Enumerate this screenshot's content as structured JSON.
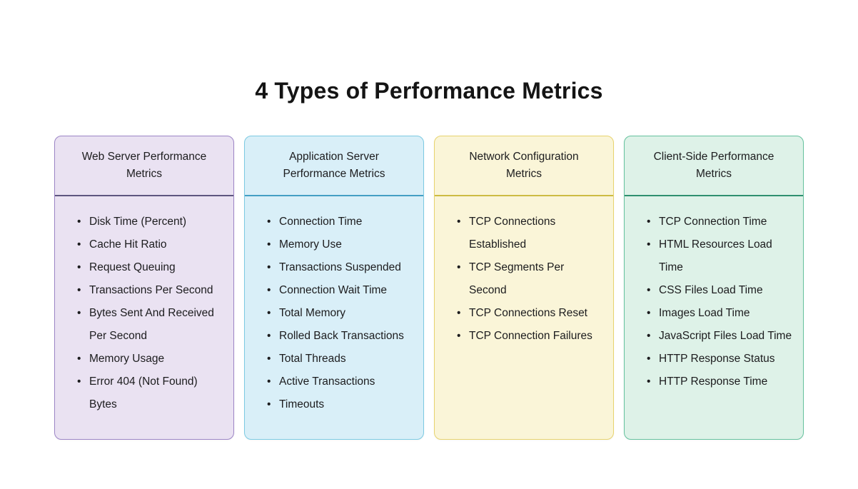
{
  "page": {
    "title": "4 Types of Performance Metrics",
    "background_color": "#ffffff",
    "text_color": "#1c1c1e"
  },
  "cards": [
    {
      "title": "Web Server Performance Metrics",
      "colors": {
        "background": "#eae2f2",
        "border": "#9c85c6",
        "divider": "#5e5680"
      },
      "items": [
        "Disk Time (Percent)",
        "Cache Hit Ratio",
        "Request Queuing",
        "Transactions Per Second",
        "Bytes Sent And Received Per Second",
        "Memory Usage",
        "Error 404 (Not Found) Bytes"
      ]
    },
    {
      "title": "Application Server Performance Metrics",
      "colors": {
        "background": "#d9eff8",
        "border": "#7ccae2",
        "divider": "#449fc4"
      },
      "items": [
        "Connection Time",
        "Memory Use",
        "Transactions Suspended",
        "Connection Wait Time",
        "Total Memory",
        "Rolled Back Transactions",
        "Total Threads",
        "Active Transactions",
        "Timeouts"
      ]
    },
    {
      "title": "Network Configuration Metrics",
      "colors": {
        "background": "#faf5d8",
        "border": "#e7d36e",
        "divider": "#cdbb43"
      },
      "items": [
        "TCP Connections Established",
        "TCP Segments Per Second",
        "TCP Connections Reset",
        "TCP Connection Failures"
      ]
    },
    {
      "title": "Client-Side Performance Metrics",
      "colors": {
        "background": "#def2e8",
        "border": "#65c29e",
        "divider": "#2f906f"
      },
      "items": [
        "TCP Connection Time",
        "HTML Resources Load Time",
        "CSS Files Load Time",
        "Images Load Time",
        "JavaScript Files Load Time",
        "HTTP Response Status",
        "HTTP Response Time"
      ]
    }
  ]
}
